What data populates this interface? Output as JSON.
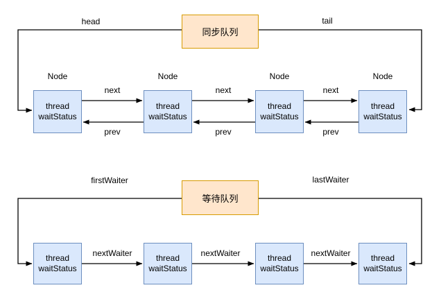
{
  "diagram": {
    "colors": {
      "queue_title_fill": "#ffe6cc",
      "queue_title_border": "#d79b00",
      "node_fill": "#dae8fc",
      "node_border": "#6c8ebf",
      "connector": "#000000",
      "background": "#ffffff"
    },
    "sync_queue": {
      "title": "同步队列",
      "head_label": "head",
      "tail_label": "tail",
      "node_titles": [
        "Node",
        "Node",
        "Node",
        "Node"
      ],
      "nodes": [
        {
          "line1": "thread",
          "line2": "waitStatus"
        },
        {
          "line1": "thread",
          "line2": "waitStatus"
        },
        {
          "line1": "thread",
          "line2": "waitStatus"
        },
        {
          "line1": "thread",
          "line2": "waitStatus"
        }
      ],
      "next_labels": [
        "next",
        "next",
        "next"
      ],
      "prev_labels": [
        "prev",
        "prev",
        "prev"
      ]
    },
    "wait_queue": {
      "title": "等待队列",
      "first_label": "firstWaiter",
      "last_label": "lastWaiter",
      "nodes": [
        {
          "line1": "thread",
          "line2": "waitStatus"
        },
        {
          "line1": "thread",
          "line2": "waitStatus"
        },
        {
          "line1": "thread",
          "line2": "waitStatus"
        },
        {
          "line1": "thread",
          "line2": "waitStatus"
        }
      ],
      "next_labels": [
        "nextWaiter",
        "nextWaiter",
        "nextWaiter"
      ]
    }
  }
}
